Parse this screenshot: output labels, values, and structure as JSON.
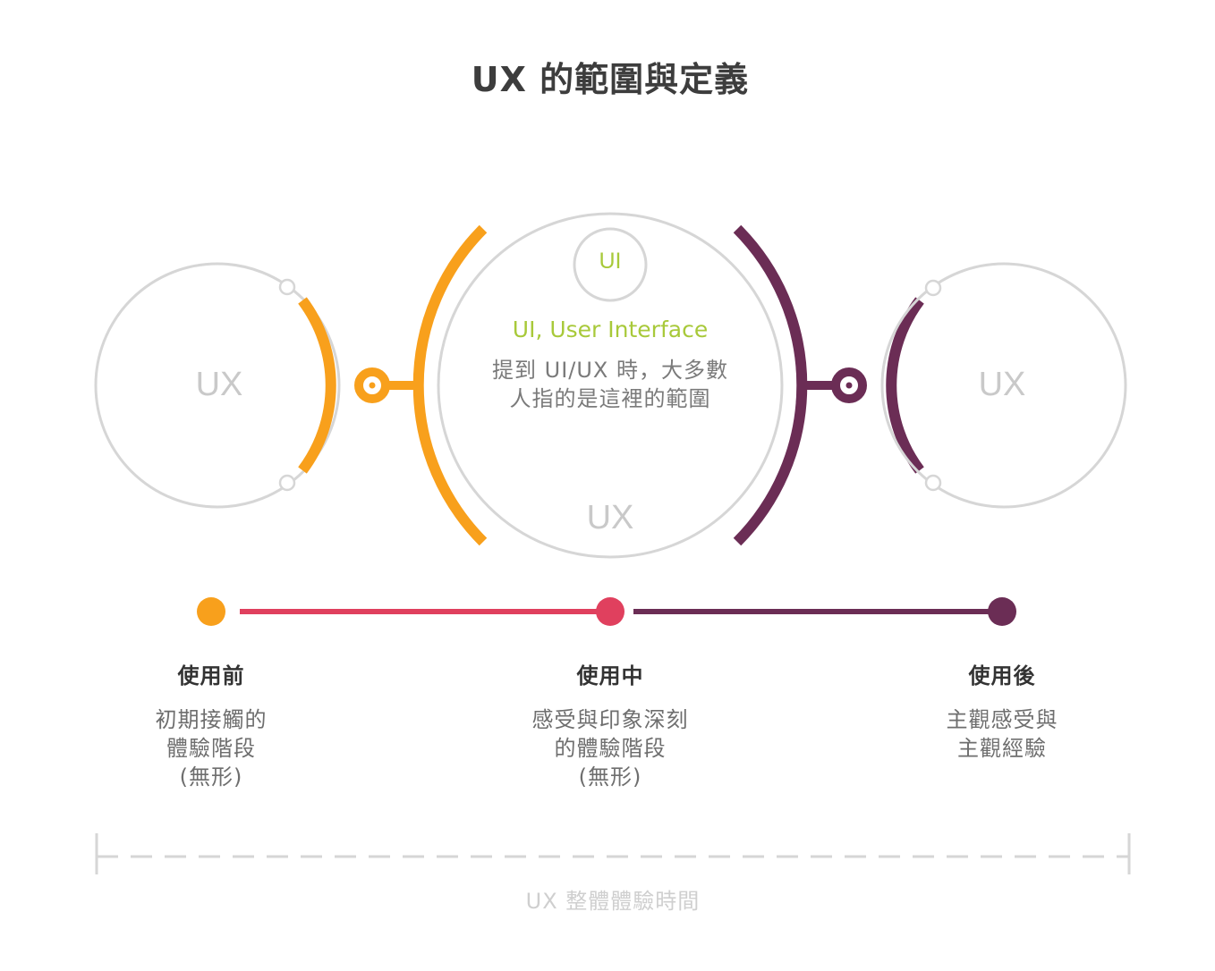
{
  "title": "UX 的範圍與定義",
  "circles": {
    "left_label": "UX",
    "center_label": "UX",
    "right_label": "UX",
    "inner_label": "UI"
  },
  "center": {
    "ui_full": "UI, User Interface",
    "ui_desc": "提到 UI/UX 時，大多數\n人指的是這裡的範圍"
  },
  "phases": [
    {
      "label": "使用前",
      "desc": "初期接觸的\n體驗階段\n(無形)"
    },
    {
      "label": "使用中",
      "desc": "感受與印象深刻\n的體驗階段\n(無形)"
    },
    {
      "label": "使用後",
      "desc": "主觀感受與\n主觀經驗"
    }
  ],
  "timeline_label": "UX 整體體驗時間",
  "colors": {
    "orange": "#f8a01c",
    "red": "#e0405e",
    "purple": "#6b2d55",
    "gray": "#d6d6d6",
    "green": "#a8c93a"
  }
}
